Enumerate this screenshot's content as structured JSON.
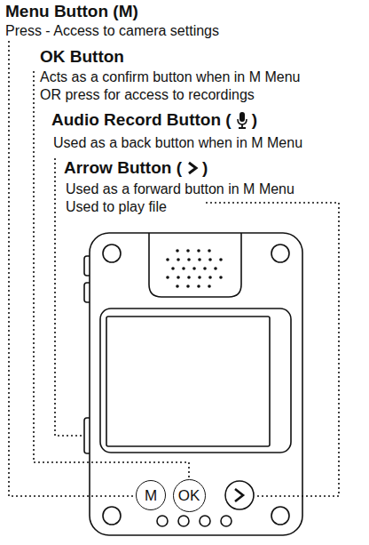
{
  "diagram": {
    "nodes": [
      {
        "text": [
          "M"
        ]
      },
      {
        "text": [
          "OK"
        ]
      }
    ],
    "labels": [
      "Menu Button (M)",
      "Press - Access to camera settings",
      "OK Button",
      "Acts as a confirm button when in M Menu",
      "OR press for access to recordings",
      "Audio Record Button (",
      ")",
      "Used as a back button when in M Menu",
      "Arrow Button (",
      ")",
      "Used as a forward button in M Menu",
      "Used to play file"
    ]
  }
}
